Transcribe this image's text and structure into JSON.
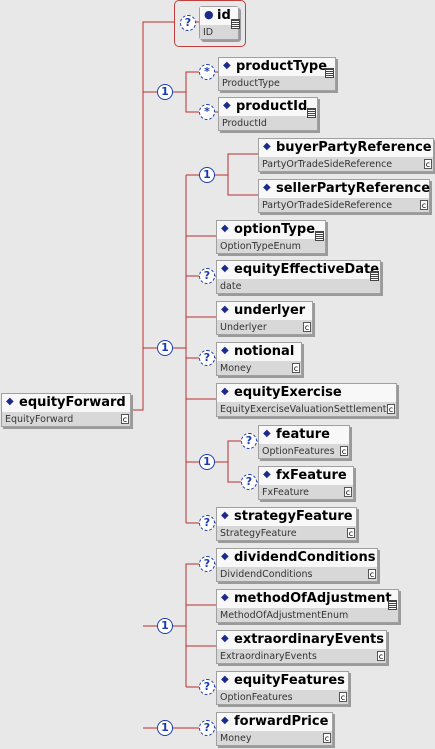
{
  "diagram": {
    "root": {
      "name": "equityForward",
      "type": "EquityForward"
    },
    "attribute": {
      "name": "id",
      "type": "ID",
      "cardinality": "?"
    },
    "sequence_symbol": "1",
    "optional_symbol": "?",
    "unbounded_symbol": "*",
    "groups": [
      {
        "items": [
          {
            "name": "productType",
            "type": "ProductType",
            "card": "*"
          },
          {
            "name": "productId",
            "type": "ProductId",
            "card": "*"
          }
        ]
      },
      {
        "items": [
          {
            "name": "buyerPartyReference",
            "type": "PartyOrTradeSideReference"
          },
          {
            "name": "sellerPartyReference",
            "type": "PartyOrTradeSideReference"
          },
          {
            "name": "optionType",
            "type": "OptionTypeEnum"
          },
          {
            "name": "equityEffectiveDate",
            "type": "date",
            "card": "?"
          },
          {
            "name": "underlyer",
            "type": "Underlyer"
          },
          {
            "name": "notional",
            "type": "Money",
            "card": "?"
          },
          {
            "name": "equityExercise",
            "type": "EquityExerciseValuationSettlement"
          },
          {
            "name": "feature",
            "type": "OptionFeatures",
            "card": "?"
          },
          {
            "name": "fxFeature",
            "type": "FxFeature",
            "card": "?"
          },
          {
            "name": "strategyFeature",
            "type": "StrategyFeature",
            "card": "?"
          }
        ]
      },
      {
        "items": [
          {
            "name": "dividendConditions",
            "type": "DividendConditions",
            "card": "?"
          },
          {
            "name": "methodOfAdjustment",
            "type": "MethodOfAdjustmentEnum"
          },
          {
            "name": "extraordinaryEvents",
            "type": "ExtraordinaryEvents"
          },
          {
            "name": "equityFeatures",
            "type": "OptionFeatures",
            "card": "?"
          }
        ]
      },
      {
        "items": [
          {
            "name": "forwardPrice",
            "type": "Money",
            "card": "?"
          }
        ]
      }
    ],
    "colors": {
      "wire": "#b83030",
      "symbol": "#1a3cb0",
      "diamond": "#1c2b8a"
    }
  }
}
